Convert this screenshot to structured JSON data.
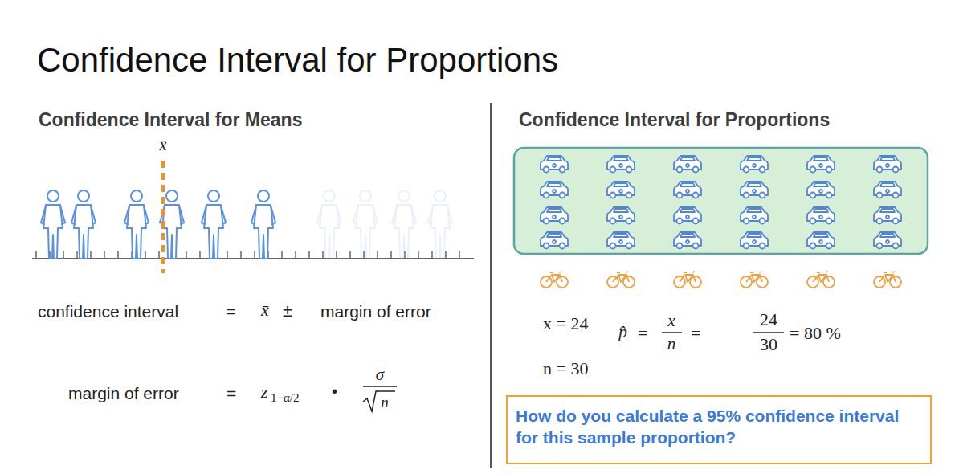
{
  "diagram": {
    "title": "Confidence Interval for Proportions",
    "nodes": [
      {
        "text": [
          "How do you calculate a 95% confidence interval for this sample proportion?"
        ]
      }
    ],
    "labels": [
      "Confidence Interval for Means",
      "x̄",
      "confidence interval",
      "=",
      "x̄",
      "±",
      "margin of error",
      "margin of error",
      "=",
      "z",
      "1−α/2",
      "•",
      "σ",
      "n",
      "Confidence Interval for Proportions",
      "x = 24",
      "n = 30",
      "p̂",
      "=",
      "x",
      "n",
      "=",
      "24",
      "30",
      "= 80 %"
    ]
  }
}
